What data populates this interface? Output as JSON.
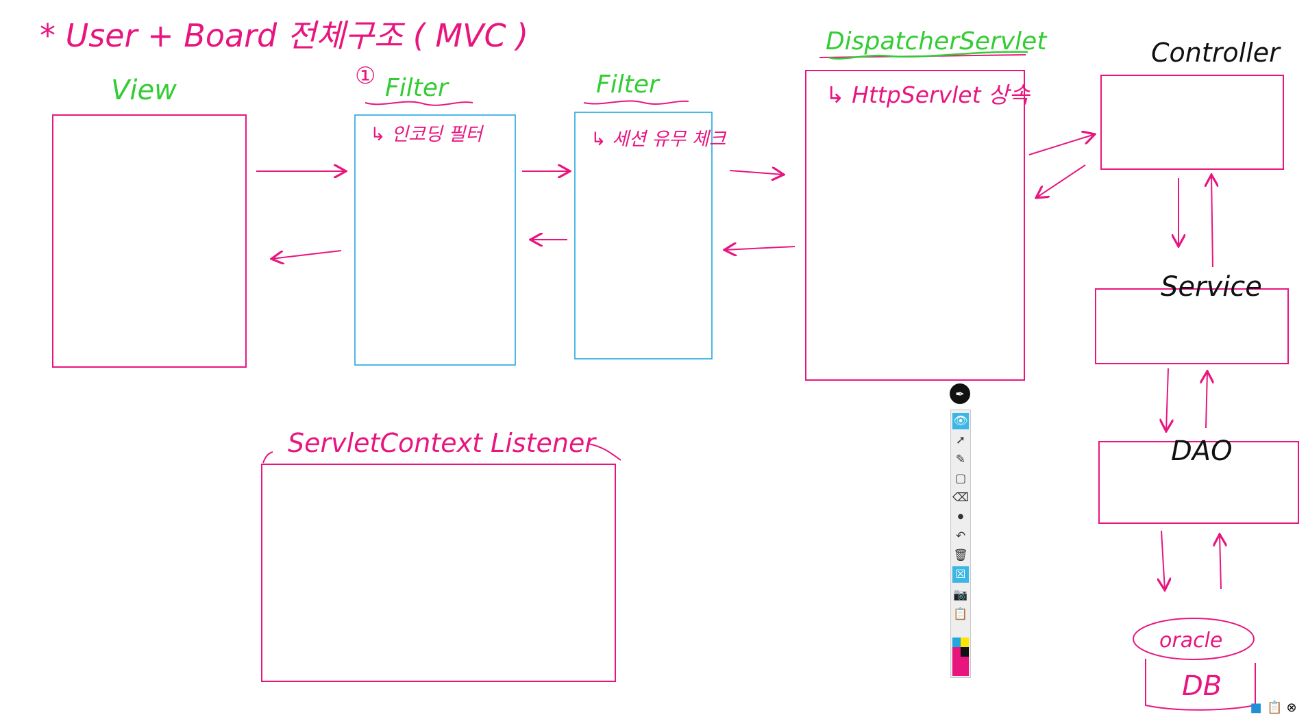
{
  "whiteboard": {
    "title": "* User + Board 전체구조 ( MVC )",
    "labels": {
      "view": "View",
      "filter1_number": "①",
      "filter1": "Filter",
      "filter1_note": "↳ 인코딩 필터",
      "filter2": "Filter",
      "filter2_note": "↳ 세션 유무 체크",
      "dispatcher": "DispatcherServlet",
      "dispatcher_note": "↳ HttpServlet 상속",
      "controller": "Controller",
      "service": "Service",
      "dao": "DAO",
      "oracle": "oracle",
      "db": "DB",
      "listener": "ServletContext Listener"
    }
  },
  "toolbar": {
    "tools": [
      "pen-icon",
      "eye-icon",
      "pointer-icon",
      "highlighter-icon",
      "rectangle-icon",
      "eraser-icon",
      "dot-size-icon",
      "undo-icon",
      "trash-icon",
      "clear-icon",
      "camera-icon",
      "clipboard-icon"
    ],
    "active_tools": [
      "eye-icon",
      "clear-icon"
    ],
    "palette": [
      "#22a7e0",
      "#ffe600",
      "#e8157f",
      "#111111"
    ]
  },
  "corner_icons": [
    "folder-icon",
    "clipboard-icon",
    "close-icon"
  ],
  "colors": {
    "ink_magenta": "#e8157f",
    "ink_green": "#33cc33",
    "ink_blue": "#22a7e0",
    "ink_black": "#111111"
  }
}
